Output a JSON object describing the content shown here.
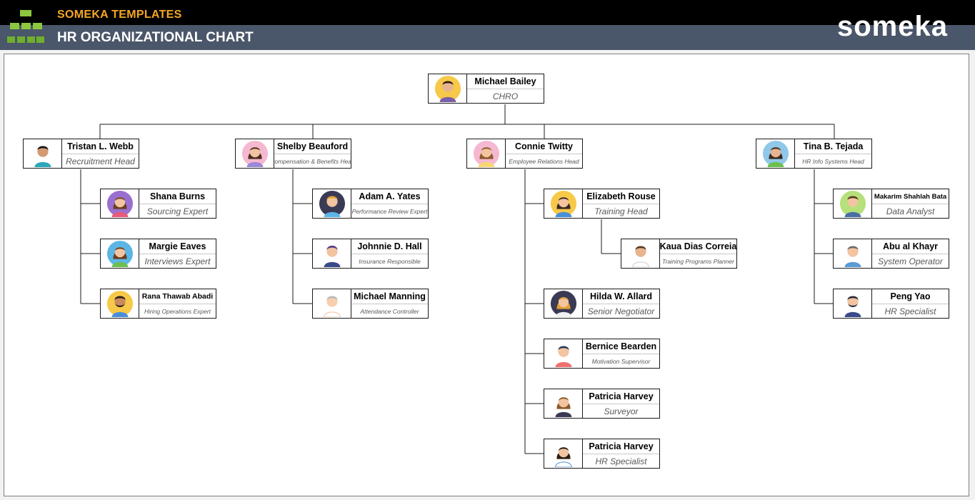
{
  "header": {
    "brand": "SOMEKA TEMPLATES",
    "title": "HR ORGANIZATIONAL CHART",
    "wordmark": "someka"
  },
  "colors": {
    "header_dark": "#000000",
    "header_slate": "#4a5669",
    "brand_orange": "#f5a623",
    "logo_green": "#8dc63f"
  },
  "nodes": {
    "ceo": {
      "name": "Michael Bailey",
      "role": "CHRO",
      "avatar": "man-yellow-icon"
    },
    "tw": {
      "name": "Tristan L. Webb",
      "role": "Recruitment Head",
      "avatar": "man-dark-icon"
    },
    "sb": {
      "name": "Shelby Beauford",
      "role": "Compensation & Benefits Head",
      "avatar": "woman-pink-icon"
    },
    "ct": {
      "name": "Connie Twitty",
      "role": "Employee Relations Head",
      "avatar": "woman-pink-icon"
    },
    "tt": {
      "name": "Tina B. Tejada",
      "role": "HR Info Systems Head",
      "avatar": "woman-blue-icon"
    },
    "shana": {
      "name": "Shana Burns",
      "role": "Sourcing Expert",
      "avatar": "woman-purple-icon"
    },
    "margie": {
      "name": "Margie Eaves",
      "role": "Interviews Expert",
      "avatar": "woman-blue-icon"
    },
    "rana": {
      "name": "Rana Thawab Abadi",
      "role": "Hiring Operations Expert",
      "avatar": "man-yellow-icon"
    },
    "adam": {
      "name": "Adam A. Yates",
      "role": "Performance Review Expert",
      "avatar": "man-dark-icon"
    },
    "johnnie": {
      "name": "Johnnie D. Hall",
      "role": "Insurance Responsible",
      "avatar": "man-plain-icon"
    },
    "mm": {
      "name": "Michael Manning",
      "role": "Attendance Controller",
      "avatar": "man-plain-icon"
    },
    "er": {
      "name": "Elizabeth Rouse",
      "role": "Training Head",
      "avatar": "woman-yellow-icon"
    },
    "kdc": {
      "name": "Kaua Dias Correia",
      "role": "Training Programs Planner",
      "avatar": "man-plain-icon"
    },
    "hwa": {
      "name": "Hilda W. Allard",
      "role": "Senior Negotiator",
      "avatar": "woman-dark-icon"
    },
    "bb": {
      "name": "Bernice Bearden",
      "role": "Motivation Supervisor",
      "avatar": "man-plain-icon"
    },
    "ph1": {
      "name": "Patricia Harvey",
      "role": "Surveyor",
      "avatar": "woman-plain-icon"
    },
    "ph2": {
      "name": "Patricia Harvey",
      "role": "HR Specialist",
      "avatar": "woman-plain-icon"
    },
    "msb": {
      "name": "Makarim Shahlah Bata",
      "role": "Data Analyst",
      "avatar": "man-yellow-icon"
    },
    "aak": {
      "name": "Abu al Khayr",
      "role": "System Operator",
      "avatar": "man-plain-icon"
    },
    "py": {
      "name": "Peng Yao",
      "role": "HR Specialist",
      "avatar": "man-plain-icon"
    }
  }
}
